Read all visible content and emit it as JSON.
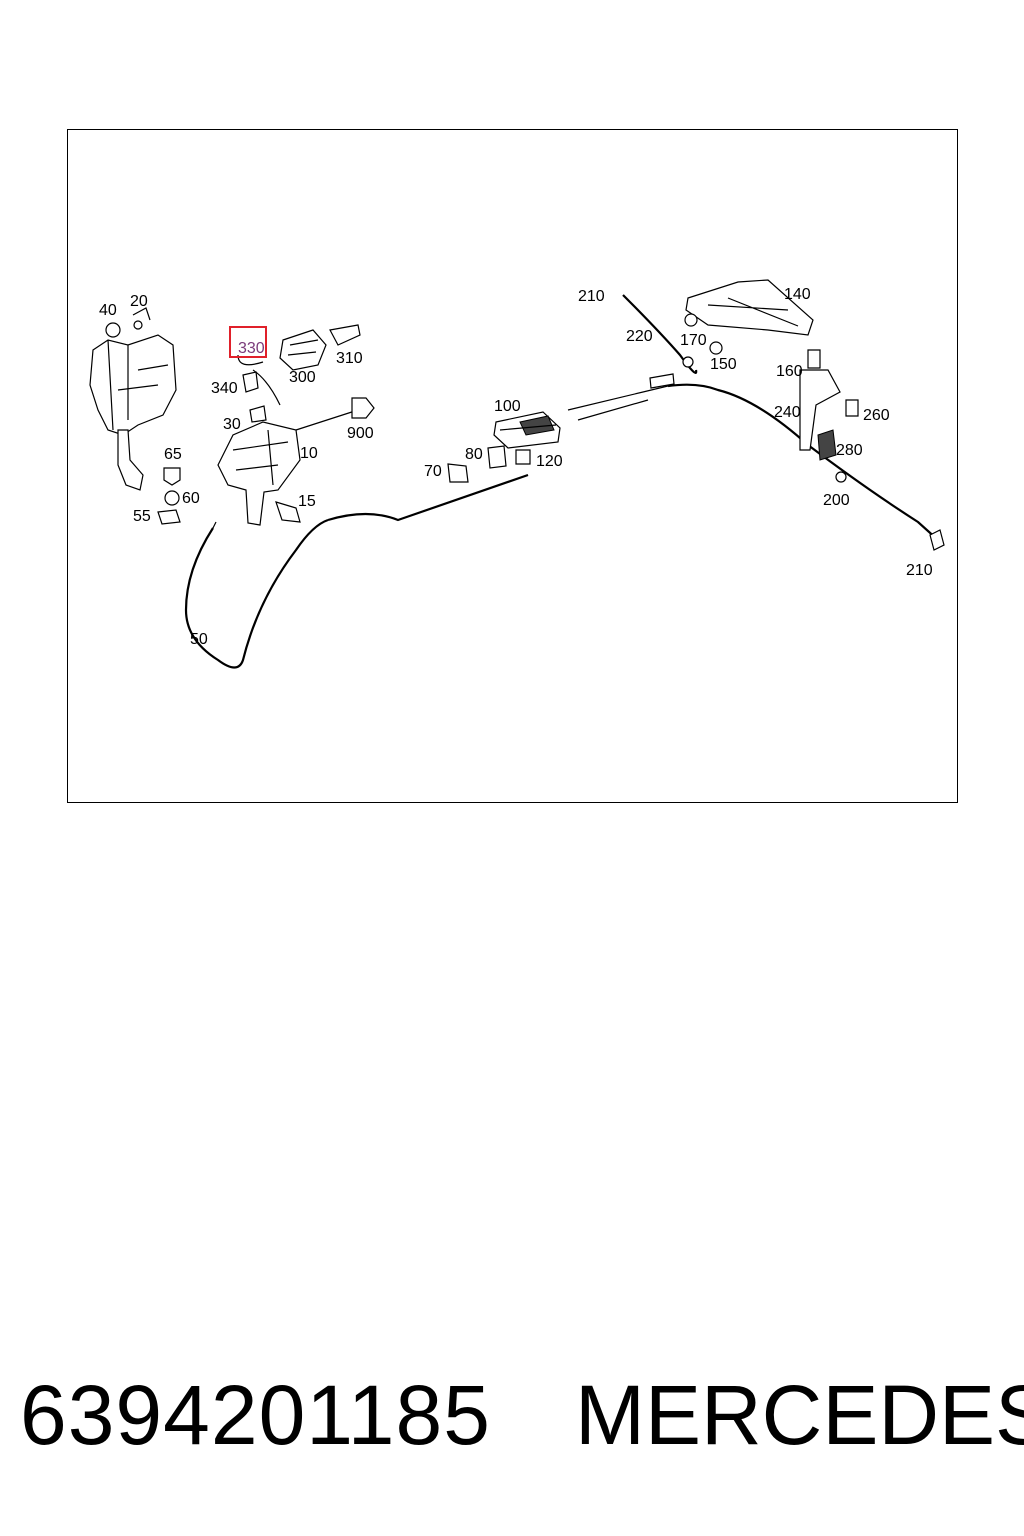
{
  "diagram": {
    "highlighted_callout": "330",
    "callouts": [
      "40",
      "20",
      "330",
      "310",
      "300",
      "340",
      "30",
      "900",
      "10",
      "65",
      "60",
      "55",
      "15",
      "50",
      "100",
      "80",
      "70",
      "120",
      "210",
      "220",
      "170",
      "150",
      "140",
      "160",
      "240",
      "260",
      "280",
      "200",
      "210"
    ]
  },
  "footer": {
    "part_number": "6394201185",
    "brand": "MERCEDES"
  },
  "colors": {
    "highlight_box": "#e0202a",
    "highlight_text": "#7a3a7a"
  }
}
